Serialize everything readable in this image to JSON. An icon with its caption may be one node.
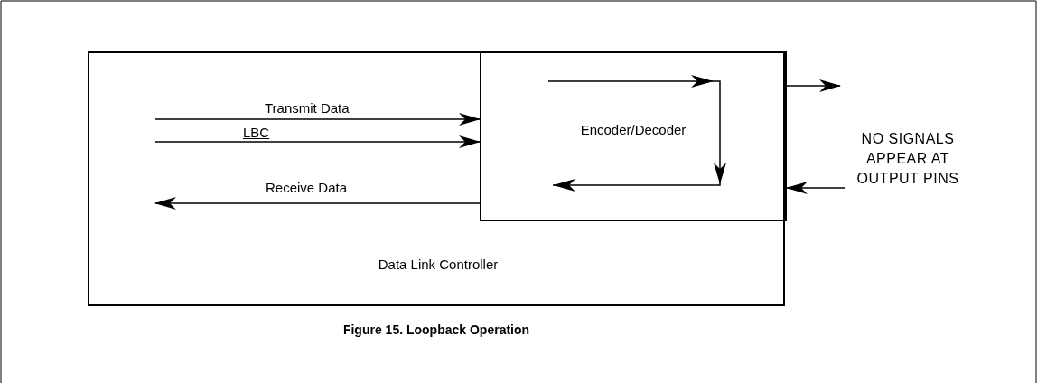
{
  "diagram": {
    "caption": "Figure 15. Loopback Operation",
    "nodes": [
      {
        "text": [
          "Data Link Controller"
        ]
      },
      {
        "text": [
          "Encoder/Decoder"
        ],
        "in": 0
      },
      {
        "text": [
          "NO SIGNALS APPEAR AT OUTPUT PINS"
        ]
      }
    ],
    "edges": [
      {
        "from": null,
        "to": 1,
        "arrow": "to",
        "label": "Transmit Data"
      },
      {
        "from": null,
        "to": 1,
        "arrow": "to",
        "label": "LBC"
      },
      {
        "from": 1,
        "to": null,
        "arrow": "to",
        "label": "Receive Data"
      },
      {
        "from": 1,
        "to": null,
        "arrow": "to"
      },
      {
        "from": 2,
        "to": 1,
        "arrow": "to"
      }
    ]
  }
}
